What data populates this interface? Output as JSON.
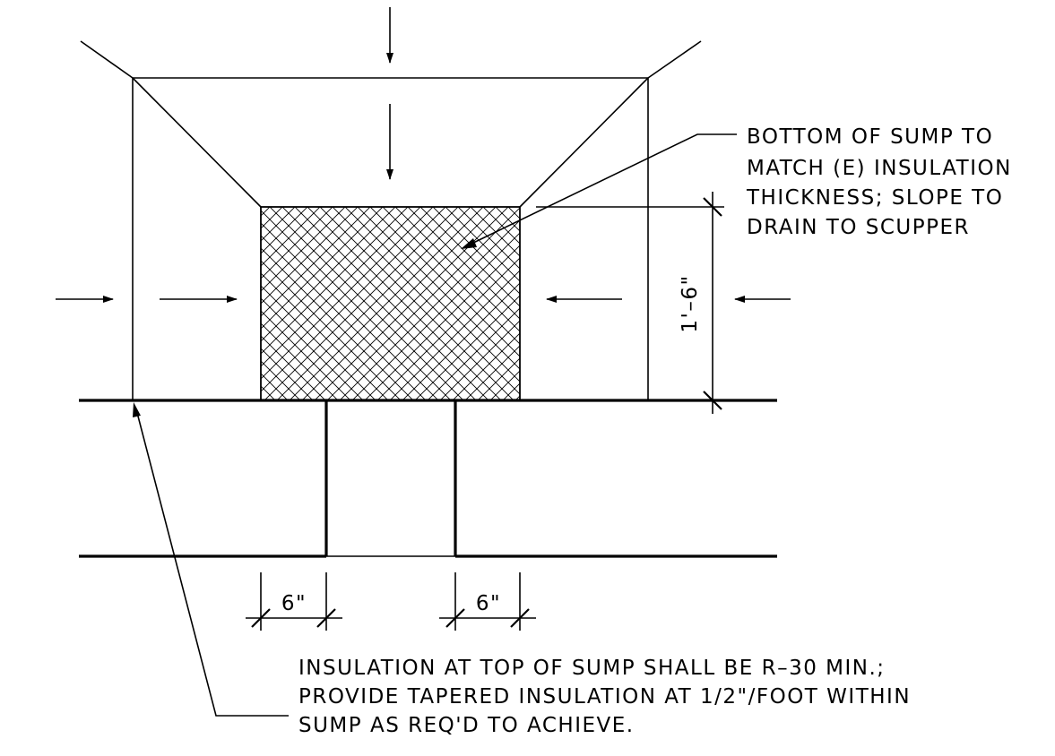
{
  "notes": {
    "sump_bottom": {
      "lines": [
        "BOTTOM OF SUMP TO",
        "MATCH (E) INSULATION",
        "THICKNESS; SLOPE TO",
        "DRAIN TO SCUPPER"
      ]
    },
    "insulation_top": {
      "lines": [
        "INSULATION AT TOP OF SUMP SHALL BE R–30 MIN.;",
        "PROVIDE TAPERED INSULATION AT 1/2\"/FOOT WITHIN",
        "SUMP AS REQ'D TO ACHIEVE."
      ]
    }
  },
  "dimensions": {
    "vertical": "1'–6\"",
    "left_width": "6\"",
    "right_width": "6\""
  }
}
